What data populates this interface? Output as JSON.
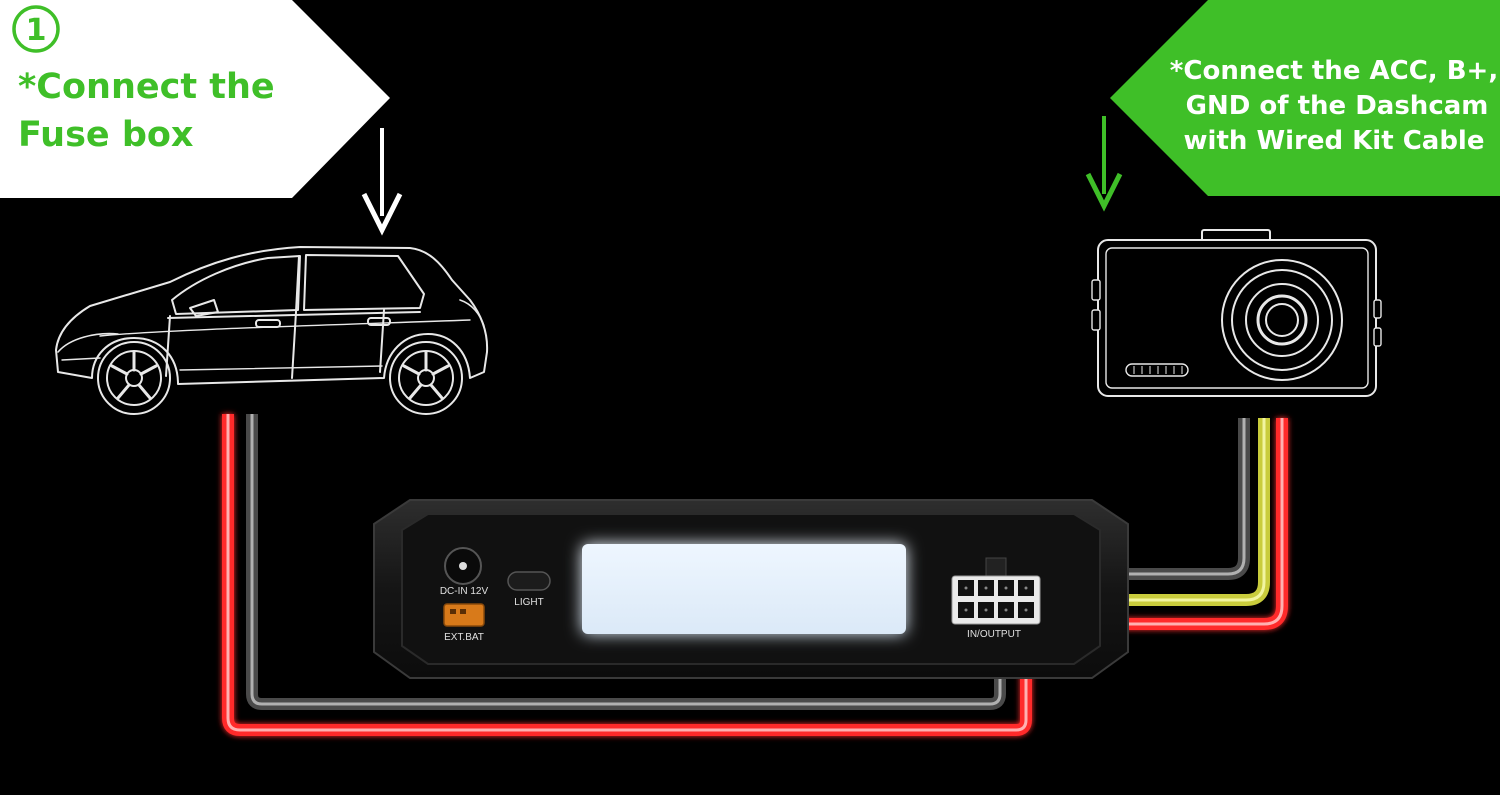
{
  "callout_left": {
    "step": "1",
    "line1": "*Connect the",
    "line2": "Fuse box",
    "bg_color": "#ffffff",
    "text_color": "#3fbf28"
  },
  "callout_right": {
    "line1": "*Connect the ACC, B+,",
    "line2": "GND of the Dashcam",
    "line3": "with Wired Kit Cable",
    "bg_color": "#3fbf28",
    "text_color": "#ffffff"
  },
  "power_box": {
    "dc_in_label": "DC-IN 12V",
    "light_label": "LIGHT",
    "ext_bat_label": "EXT.BAT",
    "io_label": "IN/OUTPUT"
  },
  "wire_colors": {
    "red": "#ff2a2a",
    "black": "#5a5a5a",
    "yellow": "#d8dc4a"
  },
  "arrow_colors": {
    "left": "#ffffff",
    "right": "#3fbf28"
  }
}
